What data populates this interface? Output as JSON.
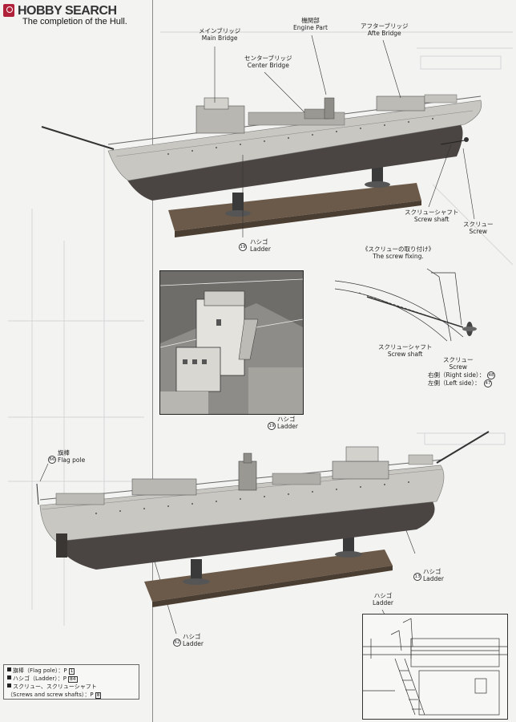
{
  "header": {
    "logo_text": "HOBBY SEARCH",
    "heading": "The completion of the Hull."
  },
  "labels": {
    "main_bridge": {
      "jp": "メインブリッジ",
      "en": "Main Bridge"
    },
    "engine_part": {
      "jp": "機関部",
      "en": "Engine Part"
    },
    "after_bridge": {
      "jp": "アフターブリッジ",
      "en": "Afte Bridge"
    },
    "center_bridge": {
      "jp": "センターブリッジ",
      "en": "Center Bridge"
    },
    "screw_shaft_top": {
      "jp": "スクリューシャフト",
      "en": "Screw shaft"
    },
    "screw_top": {
      "jp": "スクリュー",
      "en": "Screw"
    },
    "ladder_top": {
      "jp": "ハシゴ",
      "en": "Ladder",
      "num": "19"
    },
    "fixing_title": {
      "jp": "《スクリューの取り付け》",
      "en": "The screw fixing."
    },
    "fix_screw_shaft": {
      "jp": "スクリューシャフト",
      "en": "Screw shaft"
    },
    "fix_screw": {
      "jp": "スクリュー",
      "en": "Screw"
    },
    "right_side": {
      "text": "右側（Right side）：",
      "num": "48"
    },
    "left_side": {
      "text": "左側（Left side）：",
      "num": "47"
    },
    "ladder_photo": {
      "jp": "ハシゴ",
      "en": "Ladder",
      "num": "19"
    },
    "flag_pole": {
      "jp": "旗棒",
      "en": "Flag pole",
      "num": "66"
    },
    "ladder_right": {
      "jp": "ハシゴ",
      "en": "Ladder",
      "num": "13"
    },
    "ladder_bottom": {
      "jp": "ハシゴ",
      "en": "Ladder",
      "num": "62"
    },
    "ladder_inset": {
      "jp": "ハシゴ",
      "en": "Ladder"
    }
  },
  "legend": {
    "rows": [
      {
        "text": "旗棒（Flag pole）：P",
        "ref": "1"
      },
      {
        "text": "ハシゴ（Ladder）：P",
        "ref": "84"
      },
      {
        "text": "スクリュー、スクリューシャフト",
        "ref": ""
      },
      {
        "text": "（Screws and screw shafts）：P",
        "ref": "8"
      }
    ]
  },
  "colors": {
    "hull_light": "#c9c7c1",
    "hull_dark": "#4a4542",
    "stand": "#6b5a4a",
    "deck": "#b5b3ad"
  }
}
